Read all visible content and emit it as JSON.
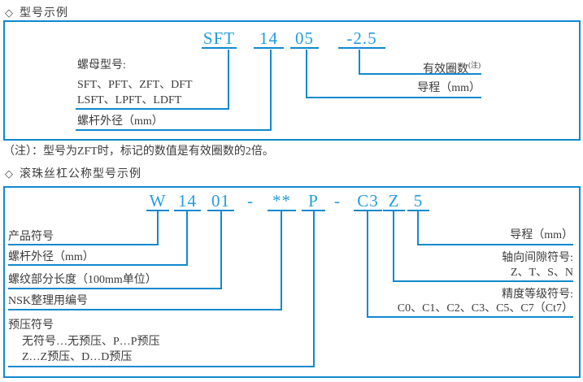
{
  "page": {
    "diamond_icon": "◇",
    "heading1": "型号示例",
    "heading2": "滚珠丝杠公称型号示例",
    "note": "（注）：型号为ZFT时，标记的数值是有效圈数的2倍。"
  },
  "example1": {
    "model_segments": [
      "SFT",
      "14",
      "05",
      "-2.5"
    ],
    "labels_left": {
      "nut_model_title": "螺母型号:",
      "nut_models_line1": "SFT、PFT、ZFT、DFT",
      "nut_models_line2": "LSFT、LPFT、LDFT",
      "screw_od": "螺杆外径（mm）"
    },
    "labels_right": {
      "turns": "有效圈数",
      "turns_sup": "(注)",
      "lead": "导程（mm）"
    }
  },
  "example2": {
    "model_segments": [
      "W",
      "14",
      "01",
      "-",
      "**",
      "P",
      "-",
      "C3",
      "Z",
      "5"
    ],
    "labels_left": {
      "product_symbol": "产品符号",
      "screw_od": "螺杆外径（mm）",
      "thread_length": "螺纹部分长度（100mm单位）",
      "nsk_number": "NSK整理用编号",
      "preload_title": "预压符号",
      "preload_line1": "无符号…无预压、P…P预压",
      "preload_line2": "Z…Z预压、D…D预压"
    },
    "labels_right": {
      "lead": "导程（mm）",
      "clearance_title": "轴向间隙符号:",
      "clearance_values": "Z、T、S、N",
      "accuracy_title": "精度等级符号:",
      "accuracy_values": "C0、C1、C2、C3、C5、C7（Ct7）"
    }
  },
  "colors": {
    "line_blue": "#1089cd",
    "model_text_blue": "#239ddd",
    "body_text": "#3b3b3b"
  }
}
